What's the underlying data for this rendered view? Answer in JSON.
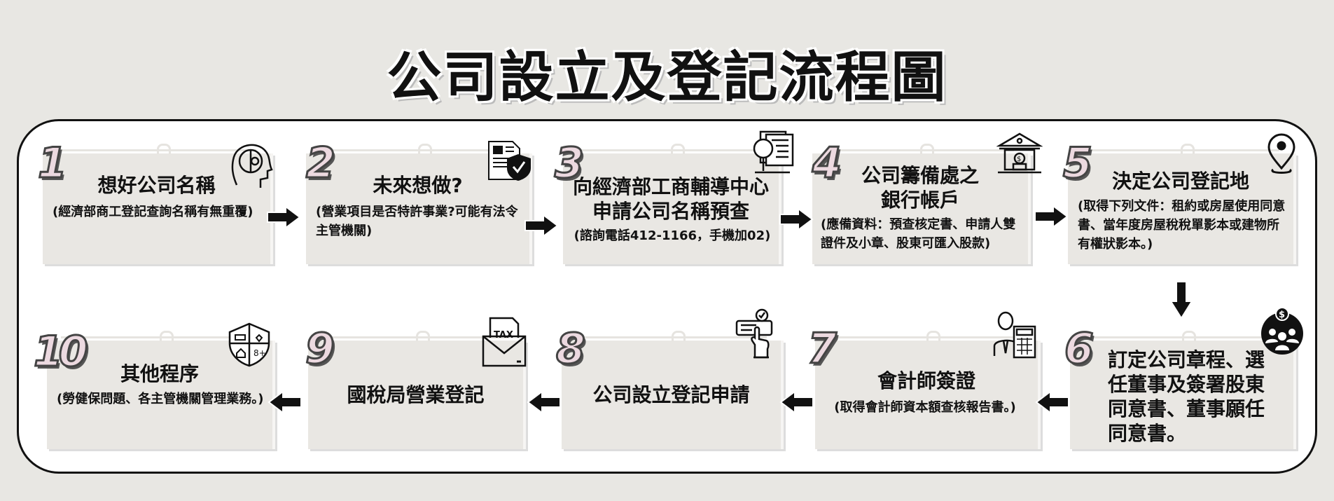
{
  "title": "公司設立及登記流程圖",
  "steps": [
    {
      "num": "1",
      "title": "想好公司名稱",
      "desc": "(經濟部商工登記查詢名稱有無重覆)",
      "icon": "brain-gear-icon"
    },
    {
      "num": "2",
      "title": "未來想做?",
      "desc": "(營業項目是否特許事業?可能有法令主管機關)",
      "icon": "document-shield-icon"
    },
    {
      "num": "3",
      "title": "向經濟部工商輔導中心申請公司名稱預查",
      "desc": "(諮詢電話412-1166，手機加02)",
      "icon": "document-search-icon"
    },
    {
      "num": "4",
      "title": "公司籌備處之銀行帳戶",
      "desc": "(應備資料：預查核定書、申請人雙證件及小章、股東可匯入股款)",
      "icon": "bank-icon"
    },
    {
      "num": "5",
      "title": "決定公司登記地",
      "desc": "(取得下列文件：租約或房屋使用同意書、當年度房屋稅稅單影本或建物所有權狀影本。)",
      "icon": "location-pin-icon"
    },
    {
      "num": "6",
      "title": "訂定公司章程、選任董事及簽署股東同意書、董事願任同意書。",
      "desc": "",
      "icon": "group-money-icon"
    },
    {
      "num": "7",
      "title": "會計師簽證",
      "desc": "(取得會計師資本額查核報告書。)",
      "icon": "accountant-calculator-icon"
    },
    {
      "num": "8",
      "title": "公司設立登記申請",
      "desc": "",
      "icon": "form-click-icon"
    },
    {
      "num": "9",
      "title": "國稅局營業登記",
      "desc": "",
      "icon": "tax-envelope-icon"
    },
    {
      "num": "10",
      "title": "其他程序",
      "desc": "(勞健保問題、各主管機關管理業務。)",
      "icon": "insurance-shield-icon"
    }
  ],
  "tax_label": "TAX",
  "colors": {
    "background": "#e8e7e3",
    "card": "#e9e7e3",
    "number_fill": "#ecd9e0"
  }
}
